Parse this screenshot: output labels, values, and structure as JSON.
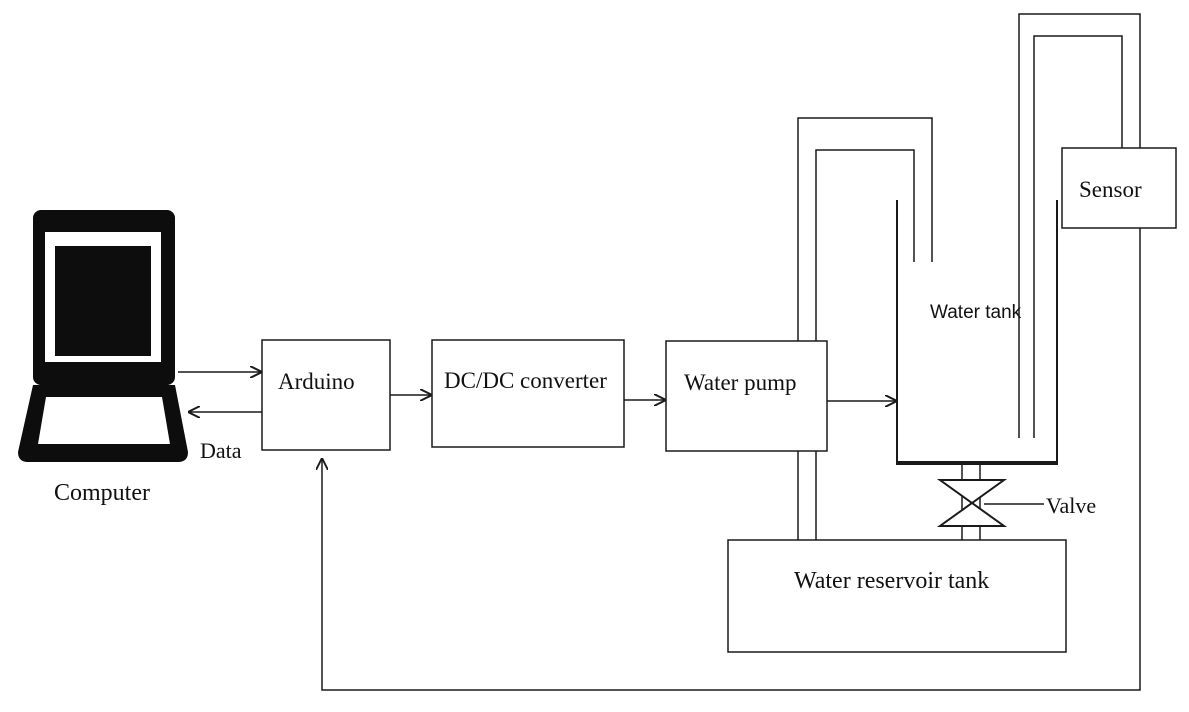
{
  "labels": {
    "computer": "Computer",
    "data": "Data",
    "arduino": "Arduino",
    "dcdc": "DC/DC converter",
    "pump": "Water pump",
    "water_tank": "Water tank",
    "sensor": "Sensor",
    "valve": "Valve",
    "reservoir": "Water reservoir tank"
  },
  "colors": {
    "line": "#1a1a1a",
    "laptop_body": "#0d0d0d"
  }
}
